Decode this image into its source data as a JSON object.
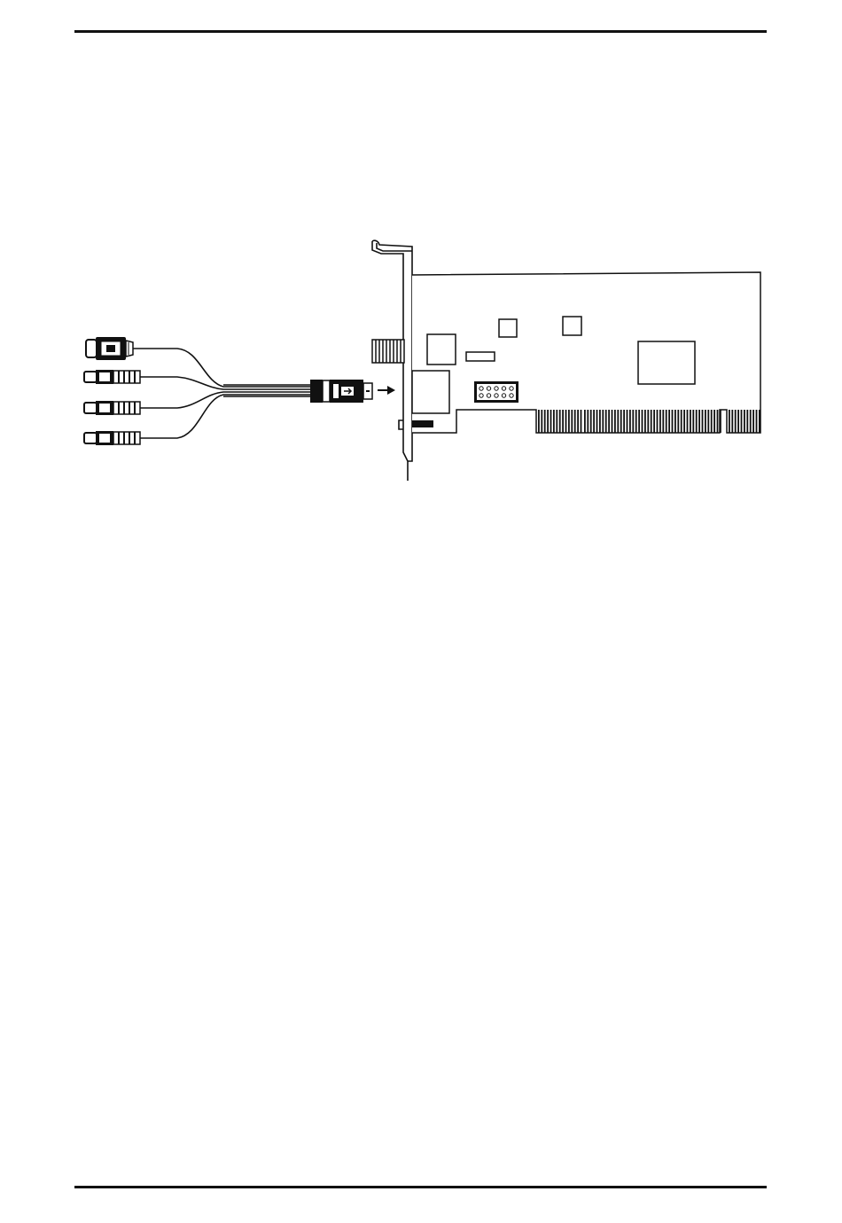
{
  "page": {
    "background": "#ffffff",
    "ink_color": "#111111"
  },
  "figure": {
    "subject": "pci-tv-tuner-card-with-av-breakout-cable",
    "arrow_direction": "right",
    "rca_connector_count": 3,
    "svideo_connector_count": 1,
    "header_pin_count": 10
  }
}
